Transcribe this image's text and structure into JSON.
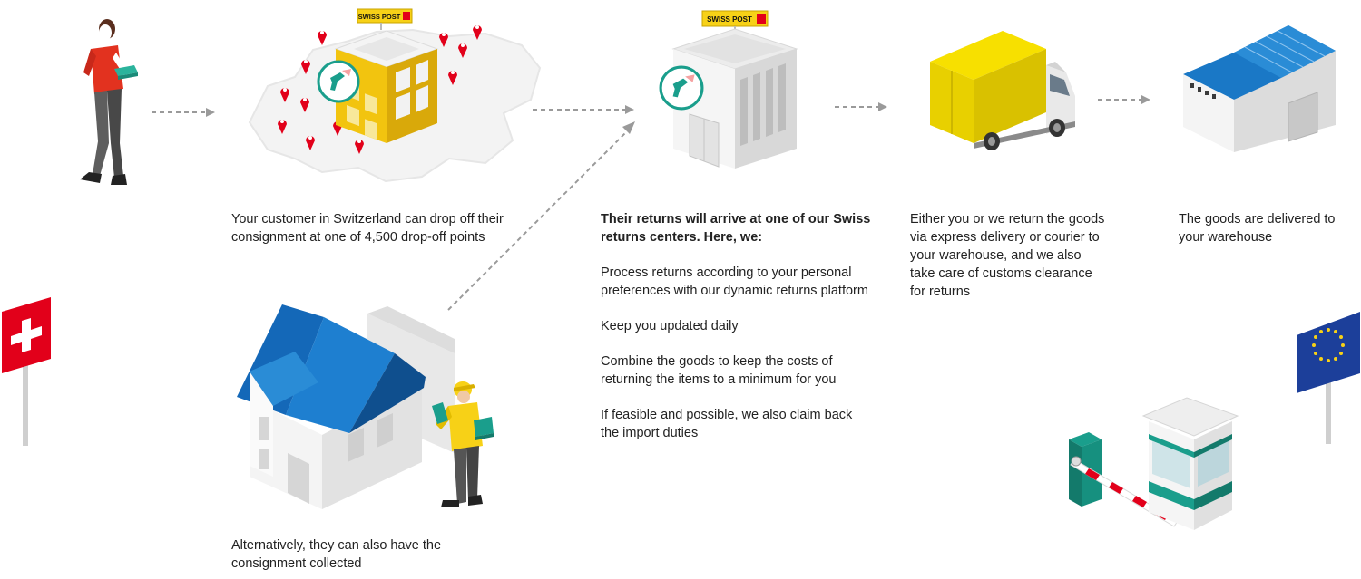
{
  "brand": {
    "post_label": "SWISS POST",
    "colors": {
      "post_yellow": "#f7d117",
      "post_red": "#e2001a",
      "teal": "#1a9e8c",
      "blue": "#1468b8",
      "eu_blue": "#1c3f9a",
      "arrow_gray": "#9a9a9a"
    }
  },
  "steps": {
    "dropoff": {
      "text": "Your customer in Switzerland can drop off their consignment at one of 4,500 drop-off points"
    },
    "collection": {
      "text": "Alternatively, they can also have the consignment collected"
    },
    "returns_center": {
      "intro": "Their returns will arrive at one of our Swiss returns centers. Here, we:",
      "items": [
        "Process returns according to your personal preferences with our dynamic returns platform",
        "Keep you updated daily",
        "Combine the goods to keep the costs of returning the items to a minimum for you",
        "If feasible and possible, we also claim back the import duties"
      ]
    },
    "delivery": {
      "text": "Either you or we return the goods via express delivery or courier to your warehouse, and we also take care of customs clearance for returns"
    },
    "warehouse": {
      "text": "The goods are delivered to your warehouse"
    }
  },
  "icons": {
    "customer": "person-with-parcel-icon",
    "dropoff_building": "post-office-building-icon",
    "map_pins": "location-pin-icon",
    "house": "house-icon",
    "courier": "courier-icon",
    "returns_building": "returns-center-building-icon",
    "scanner": "barcode-scanner-icon",
    "truck": "delivery-truck-icon",
    "warehouse": "warehouse-icon",
    "swiss_flag": "swiss-flag-icon",
    "eu_flag": "eu-flag-icon",
    "customs": "customs-barrier-icon"
  }
}
